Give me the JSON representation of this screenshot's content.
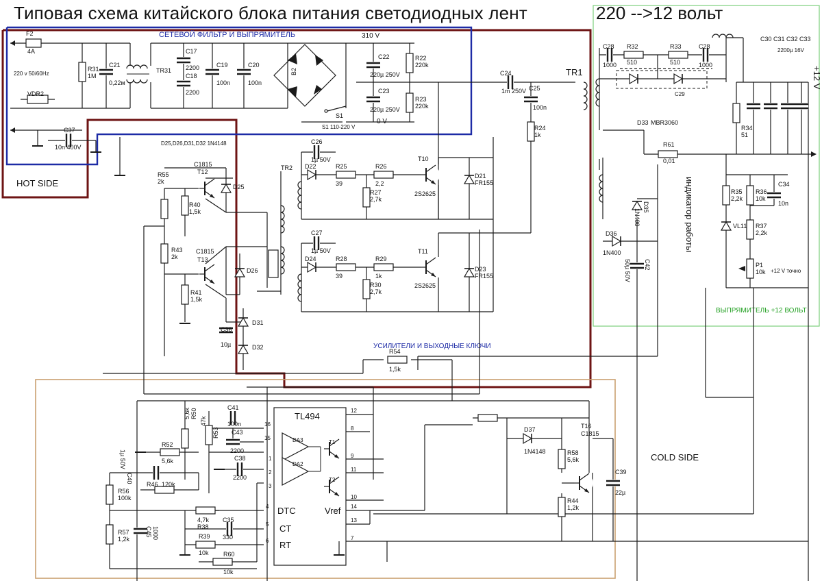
{
  "title": "Типовая схема китайского блока питания светодиодных лент",
  "subtitle": "220 -->12 вольт",
  "colors": {
    "hot_side": "#6e1414",
    "filter": "#1d2ba6",
    "rectifier12": "#7ccf7c",
    "cold_side": "#c9a070",
    "green_text": "#22a022",
    "wire": "#1a1a1a"
  },
  "sections": {
    "filter": "СЕТЕВОЙ ФИЛЬТР И ВЫПРЯМИТЕЛЬ",
    "hot_side": "HOT SIDE",
    "cold_side": "COLD SIDE",
    "amplifiers": "УСИЛИТЕЛИ И ВЫХОДНЫЕ КЛЮЧИ",
    "rectifier12": "ВЫПРЯМИТЕЛЬ +12  ВОЛЬТ",
    "indicator": "индикатор работы"
  },
  "labels": {
    "f2": "F2",
    "f2v": "4A",
    "mains": "220 v 50/60Hz",
    "r31": "R31",
    "r31v": "1M",
    "c21": "C21",
    "c21v": "0,22м",
    "tr31": "TR31",
    "c17": "C17",
    "c17v": "2200",
    "c18": "C18",
    "c18v": "2200",
    "c19": "C19",
    "c19v": "100n",
    "c20": "C20",
    "c20v": "100n",
    "vdr2": "VDR2",
    "br2": "B2",
    "v310": "310 V",
    "c22": "C22",
    "c22v": "220µ 250V",
    "c23": "C23",
    "c23v": "220µ 250V",
    "r22": "R22",
    "r22v": "220k",
    "r23": "R23",
    "r23v": "220k",
    "s1": "S1",
    "s1v": "S1 110-220 V",
    "v0": "0 V",
    "c37": "C37",
    "c37v": "10n 400V",
    "dgroup": "D25,D26,D31,D32 1N4148",
    "c24": "C24",
    "c24v": "1m 250V",
    "c25": "C25",
    "c25v": "100n",
    "r24": "R24",
    "r24v": "1k",
    "tr1": "TR1",
    "c1815a": "C1815",
    "t12": "T12",
    "r55": "R55",
    "r55v": "2k",
    "r40": "R40",
    "r40v": "1,5k",
    "d25": "D25",
    "tr2": "TR2",
    "c1815b": "C1815",
    "t13": "T13",
    "r43": "R43",
    "r43v": "2k",
    "d26": "D26",
    "r41": "R41",
    "r41v": "1,5k",
    "c36": "C36",
    "c36v": "10µ",
    "d31": "D31",
    "d32": "D32",
    "c26": "C26",
    "c26v": "1µ 50V",
    "d22": "D22",
    "r25": "R25",
    "r25v": "39",
    "r26": "R26",
    "r26v": "2,2",
    "r27": "R27",
    "r27v": "2,7k",
    "t10": "T10",
    "t10v": "2S2625",
    "d21": "D21",
    "d21v": "FR155",
    "c27": "C27",
    "c27v": "1µ 50V",
    "d24": "D24",
    "r28": "R28",
    "r28v": "39",
    "r29": "R29",
    "r29v": "1k",
    "r30": "R30",
    "r30v": "2,7k",
    "t11": "T11",
    "t11v": "2S2625",
    "d23": "D23",
    "d23v": "FR155",
    "c28a": "C28",
    "c28av": "1000",
    "r32": "R32",
    "r32v": "510",
    "r33": "R33",
    "r33v": "510",
    "c28b": "C28",
    "c28bv": "1000",
    "c29": "C29",
    "d33": "D33",
    "d33v": "MBR3060",
    "caps": "C30  C31  C32  C33",
    "capsv": "2200µ 16V",
    "v12": "+12 V",
    "r34": "R34",
    "r34v": "51",
    "r61": "R61",
    "r61v": "0,01",
    "d35": "D35",
    "d35v": "1N400",
    "d36": "D36",
    "d36v": "1N400",
    "c42": "C42",
    "c42v": "50µ 50V",
    "r35": "R35",
    "r35v": "2,2k",
    "r36": "R36",
    "r36v": "10k",
    "c34": "C34",
    "c34v": "10n",
    "vl11": "VL11",
    "r37": "R37",
    "r37v": "2,2k",
    "p1": "P1",
    "p1v": "10k",
    "p1note": "+12 V точно",
    "r54": "R54",
    "r54v": "1,5k",
    "ic": "TL494",
    "da3": "DA3",
    "da2": "DA2",
    "t1": "T1",
    "t2": "T2",
    "dtc": "DTC",
    "ct": "CT",
    "rt": "RT",
    "vref": "Vref",
    "r50": "R50",
    "r50v": "5,6k",
    "r53": "R53",
    "r53v": "47k",
    "c41": "C41",
    "c41v": "100n",
    "c43": "C43",
    "c43v": "2200",
    "c38": "C38",
    "c38v": "2200",
    "r52": "R52",
    "r52v": "5,6k",
    "r46": "R46",
    "r46v": "120k",
    "c40": "C40",
    "c40v": "1µ 50V",
    "r56": "R56",
    "r56v": "100k",
    "r57": "R57",
    "r57v": "1,2k",
    "c45": "C45",
    "c45v": "1000",
    "r47": "4,7k",
    "r38": "R38",
    "c35": "C35",
    "c35v": "330",
    "r39": "R39",
    "r39v": "10k",
    "r60": "R60",
    "r60v": "10k",
    "d37": "D37",
    "d37v": "1N4148",
    "t16": "T16",
    "t16v": "C1815",
    "r58": "R58",
    "r58v": "5,6k",
    "r44": "R44",
    "r44v": "1,2k",
    "c39": "C39",
    "c39v": "22µ"
  },
  "pins": {
    "p16": "16",
    "p15": "15",
    "p1": "1",
    "p2": "2",
    "p3": "3",
    "p4": "4",
    "p5": "5",
    "p6": "6",
    "p7": "7",
    "p8": "8",
    "p9": "9",
    "p10": "10",
    "p11": "11",
    "p12": "12",
    "p13": "13",
    "p14": "14"
  }
}
